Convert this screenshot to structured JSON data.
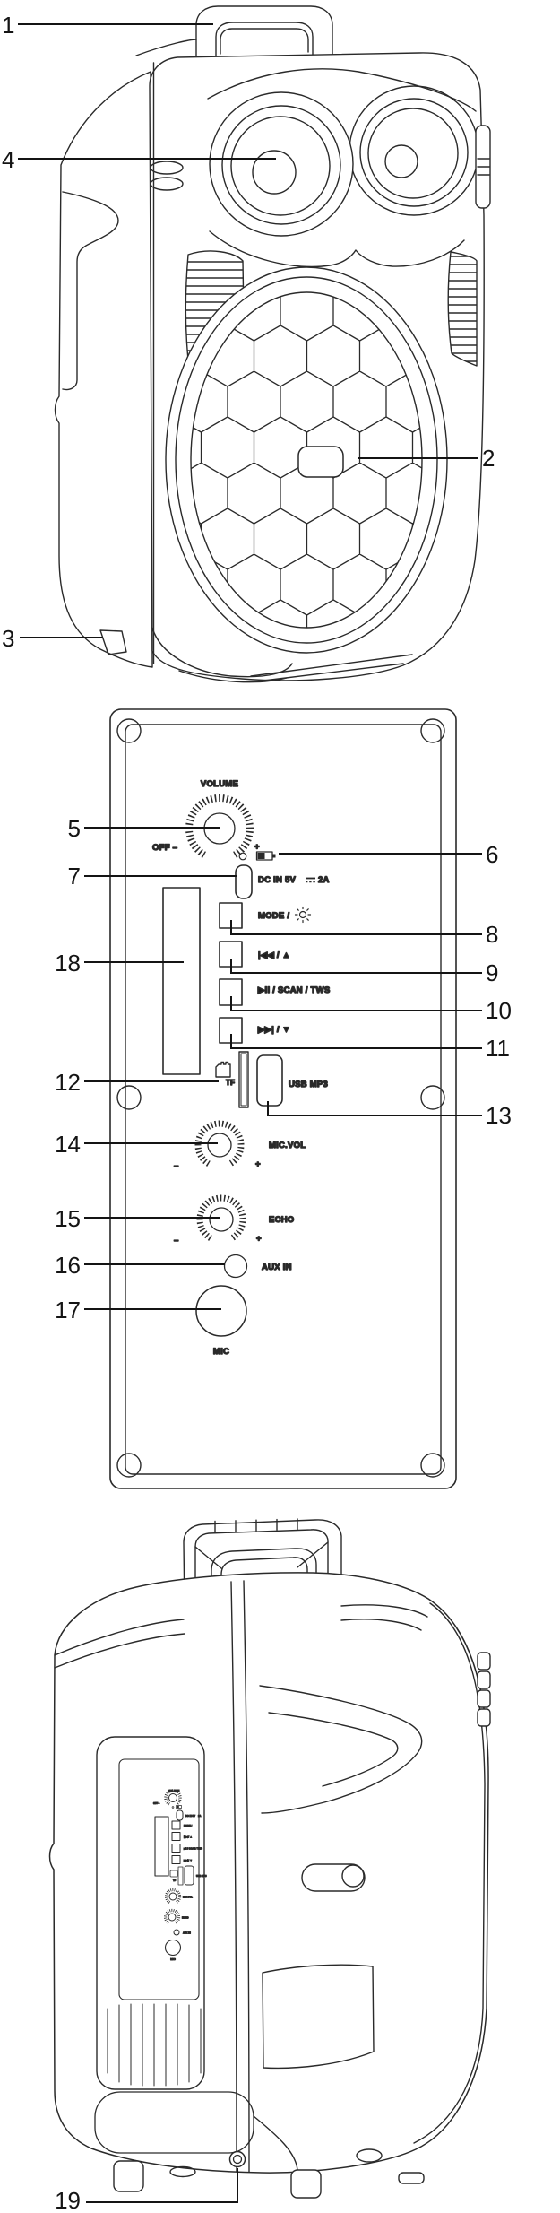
{
  "ui": {
    "background": "#ffffff",
    "line_ink": "#2a2a2a",
    "callout_ink": "#141414"
  },
  "callouts": {
    "c1": "1",
    "c2": "2",
    "c3": "3",
    "c4": "4",
    "c5": "5",
    "c6": "6",
    "c7": "7",
    "c8": "8",
    "c9": "9",
    "c10": "10",
    "c11": "11",
    "c12": "12",
    "c13": "13",
    "c14": "14",
    "c15": "15",
    "c16": "16",
    "c17": "17",
    "c18": "18",
    "c19": "19"
  },
  "panel": {
    "volume_label": "VOLUME",
    "off_label": "OFF –",
    "plus": "+",
    "minus": "–",
    "dc_in_prefix": "DC IN  5V",
    "dc_in_suffix": "2A",
    "mode_label": "MODE /",
    "prev_label": "|◀◀ / ▲",
    "play_label": "▶II / SCAN / TWS",
    "next_label": "▶▶| / ▼",
    "tf_label": "TF",
    "usb_label": "USB MP3",
    "mic_vol_label": "MIC.VOL",
    "echo_label": "ECHO",
    "aux_label": "AUX IN",
    "mic_label": "MIC"
  }
}
